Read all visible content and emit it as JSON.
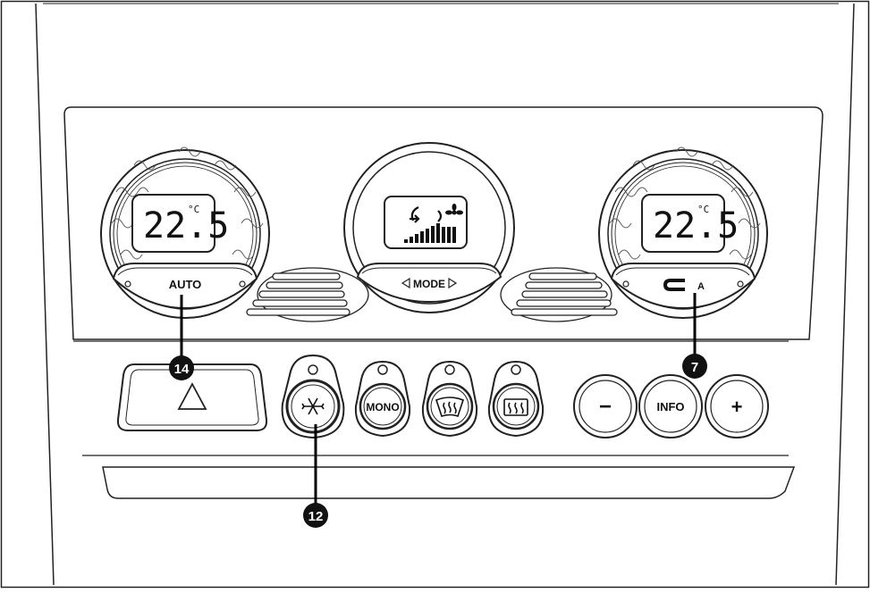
{
  "left_zone": {
    "temperature": "22.5",
    "unit": "°C",
    "button_label": "AUTO"
  },
  "center": {
    "mode_label": "MODE"
  },
  "right_zone": {
    "temperature": "22.5",
    "unit": "°C",
    "button_label": "A"
  },
  "buttons": {
    "mono": "MONO",
    "minus": "−",
    "info": "INFO",
    "plus": "+"
  },
  "callouts": {
    "auto": "14",
    "recirculation": "7",
    "compressor": "12"
  },
  "icons": {
    "hazard": "hazard-triangle-icon",
    "compressor": "snowflake-icon",
    "windshield": "windshield-defrost-icon",
    "rear": "rear-window-defrost-icon",
    "fan": "fan-icon",
    "airflow": "airflow-mode-icon",
    "recirc": "air-recirculation-icon"
  }
}
